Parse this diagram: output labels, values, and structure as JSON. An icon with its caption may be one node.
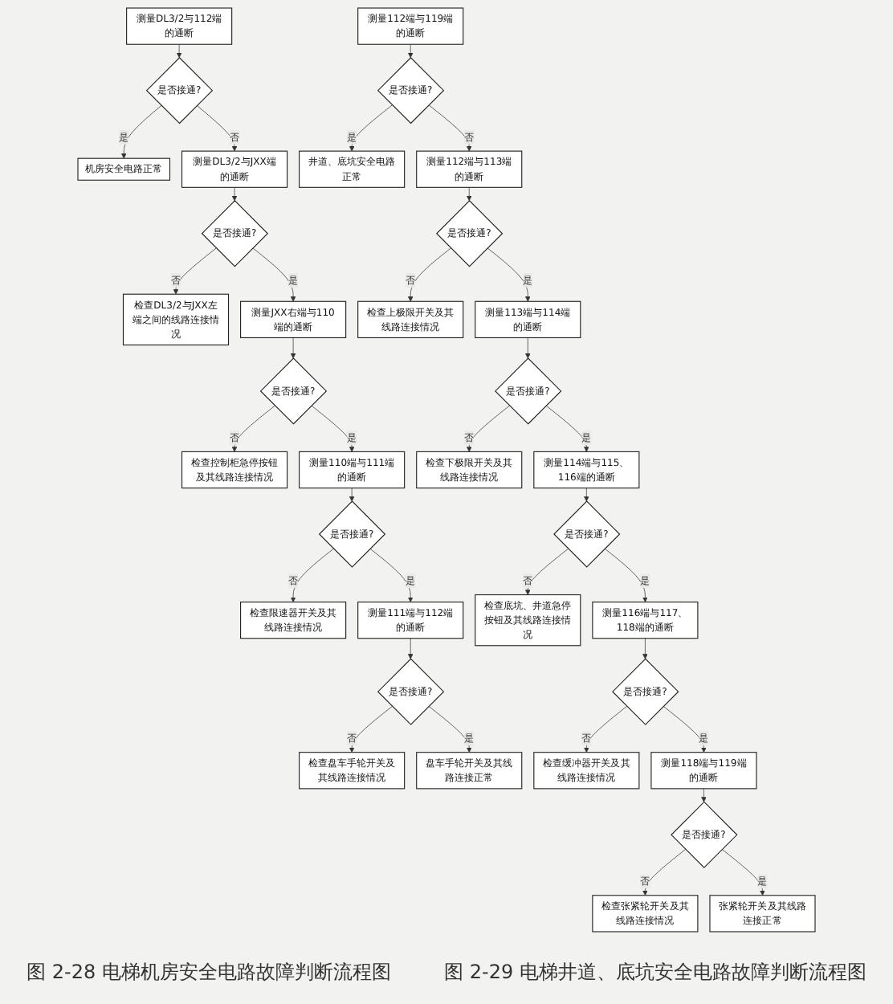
{
  "diagram": {
    "nodes": [
      {
        "text": [
          "测量DL3/2与112端的通断"
        ]
      },
      {
        "text": [
          "是否接通?"
        ]
      },
      {
        "text": [
          "机房安全电路正常"
        ]
      },
      {
        "text": [
          "测量DL3/2与JXX端的通断"
        ]
      },
      {
        "text": [
          "是否接通?"
        ]
      },
      {
        "text": [
          "检查DL3/2与JXX左端之间的线路连接情况"
        ]
      },
      {
        "text": [
          "测量JXX右端与110端的通断"
        ]
      },
      {
        "text": [
          "是否接通?"
        ]
      },
      {
        "text": [
          "检查控制柜急停按钮及其线路连接情况"
        ]
      },
      {
        "text": [
          "测量110端与111端的通断"
        ]
      },
      {
        "text": [
          "是否接通?"
        ]
      },
      {
        "text": [
          "检查限速器开关及其线路连接情况"
        ]
      },
      {
        "text": [
          "测量111端与112端的通断"
        ]
      },
      {
        "text": [
          "是否接通?"
        ]
      },
      {
        "text": [
          "检查盘车手轮开关及其线路连接情况"
        ]
      },
      {
        "text": [
          "盘车手轮开关及其线路连接正常"
        ]
      },
      {
        "text": [
          "测量112端与119端的通断"
        ]
      },
      {
        "text": [
          "是否接通?"
        ]
      },
      {
        "text": [
          "井道、底坑安全电路正常"
        ]
      },
      {
        "text": [
          "测量112端与113端的通断"
        ]
      },
      {
        "text": [
          "是否接通?"
        ]
      },
      {
        "text": [
          "检查上极限开关及其线路连接情况"
        ]
      },
      {
        "text": [
          "测量113端与114端的通断"
        ]
      },
      {
        "text": [
          "是否接通?"
        ]
      },
      {
        "text": [
          "检查下极限开关及其线路连接情况"
        ]
      },
      {
        "text": [
          "测量114端与115、116端的通断"
        ]
      },
      {
        "text": [
          "是否接通?"
        ]
      },
      {
        "text": [
          "检查底坑、井道急停按钮及其线路连接情况"
        ]
      },
      {
        "text": [
          "测量116端与117、118端的通断"
        ]
      },
      {
        "text": [
          "是否接通?"
        ]
      },
      {
        "text": [
          "检查缓冲器开关及其线路连接情况"
        ]
      },
      {
        "text": [
          "测量118端与119端的通断"
        ]
      },
      {
        "text": [
          "是否接通?"
        ]
      },
      {
        "text": [
          "检查张紧轮开关及其线路连接情况"
        ]
      },
      {
        "text": [
          "张紧轮开关及其线路连接正常"
        ]
      }
    ],
    "edges": [
      {
        "from": 0,
        "to": 1,
        "arrow": "to"
      },
      {
        "from": 1,
        "to": 2,
        "arrow": "to",
        "label": "是"
      },
      {
        "from": 1,
        "to": 3,
        "arrow": "to",
        "label": "否"
      },
      {
        "from": 3,
        "to": 4,
        "arrow": "to"
      },
      {
        "from": 4,
        "to": 5,
        "arrow": "to",
        "label": "否"
      },
      {
        "from": 4,
        "to": 6,
        "arrow": "to",
        "label": "是"
      },
      {
        "from": 6,
        "to": 7,
        "arrow": "to"
      },
      {
        "from": 7,
        "to": 8,
        "arrow": "to",
        "label": "否"
      },
      {
        "from": 7,
        "to": 9,
        "arrow": "to",
        "label": "是"
      },
      {
        "from": 9,
        "to": 10,
        "arrow": "to"
      },
      {
        "from": 10,
        "to": 11,
        "arrow": "to",
        "label": "否"
      },
      {
        "from": 10,
        "to": 12,
        "arrow": "to",
        "label": "是"
      },
      {
        "from": 12,
        "to": 13,
        "arrow": "to"
      },
      {
        "from": 13,
        "to": 14,
        "arrow": "to",
        "label": "否"
      },
      {
        "from": 13,
        "to": 15,
        "arrow": "to",
        "label": "是"
      },
      {
        "from": 16,
        "to": 17,
        "arrow": "to"
      },
      {
        "from": 17,
        "to": 18,
        "arrow": "to",
        "label": "是"
      },
      {
        "from": 17,
        "to": 19,
        "arrow": "to",
        "label": "否"
      },
      {
        "from": 19,
        "to": 20,
        "arrow": "to"
      },
      {
        "from": 20,
        "to": 21,
        "arrow": "to",
        "label": "否"
      },
      {
        "from": 20,
        "to": 22,
        "arrow": "to",
        "label": "是"
      },
      {
        "from": 22,
        "to": 23,
        "arrow": "to"
      },
      {
        "from": 23,
        "to": 24,
        "arrow": "to",
        "label": "否"
      },
      {
        "from": 23,
        "to": 25,
        "arrow": "to",
        "label": "是"
      },
      {
        "from": 25,
        "to": 26,
        "arrow": "to"
      },
      {
        "from": 26,
        "to": 27,
        "arrow": "to",
        "label": "否"
      },
      {
        "from": 26,
        "to": 28,
        "arrow": "to",
        "label": "是"
      },
      {
        "from": 28,
        "to": 29,
        "arrow": "to"
      },
      {
        "from": 29,
        "to": 30,
        "arrow": "to",
        "label": "否"
      },
      {
        "from": 29,
        "to": 31,
        "arrow": "to",
        "label": "是"
      },
      {
        "from": 31,
        "to": 32,
        "arrow": "to"
      },
      {
        "from": 32,
        "to": 33,
        "arrow": "to",
        "label": "否"
      },
      {
        "from": 32,
        "to": 34,
        "arrow": "to",
        "label": "是"
      }
    ],
    "labels": [
      "图 2-28 电梯机房安全电路故障判断流程图",
      "图 2-29 电梯井道、底坑安全电路故障判断流程图"
    ]
  }
}
